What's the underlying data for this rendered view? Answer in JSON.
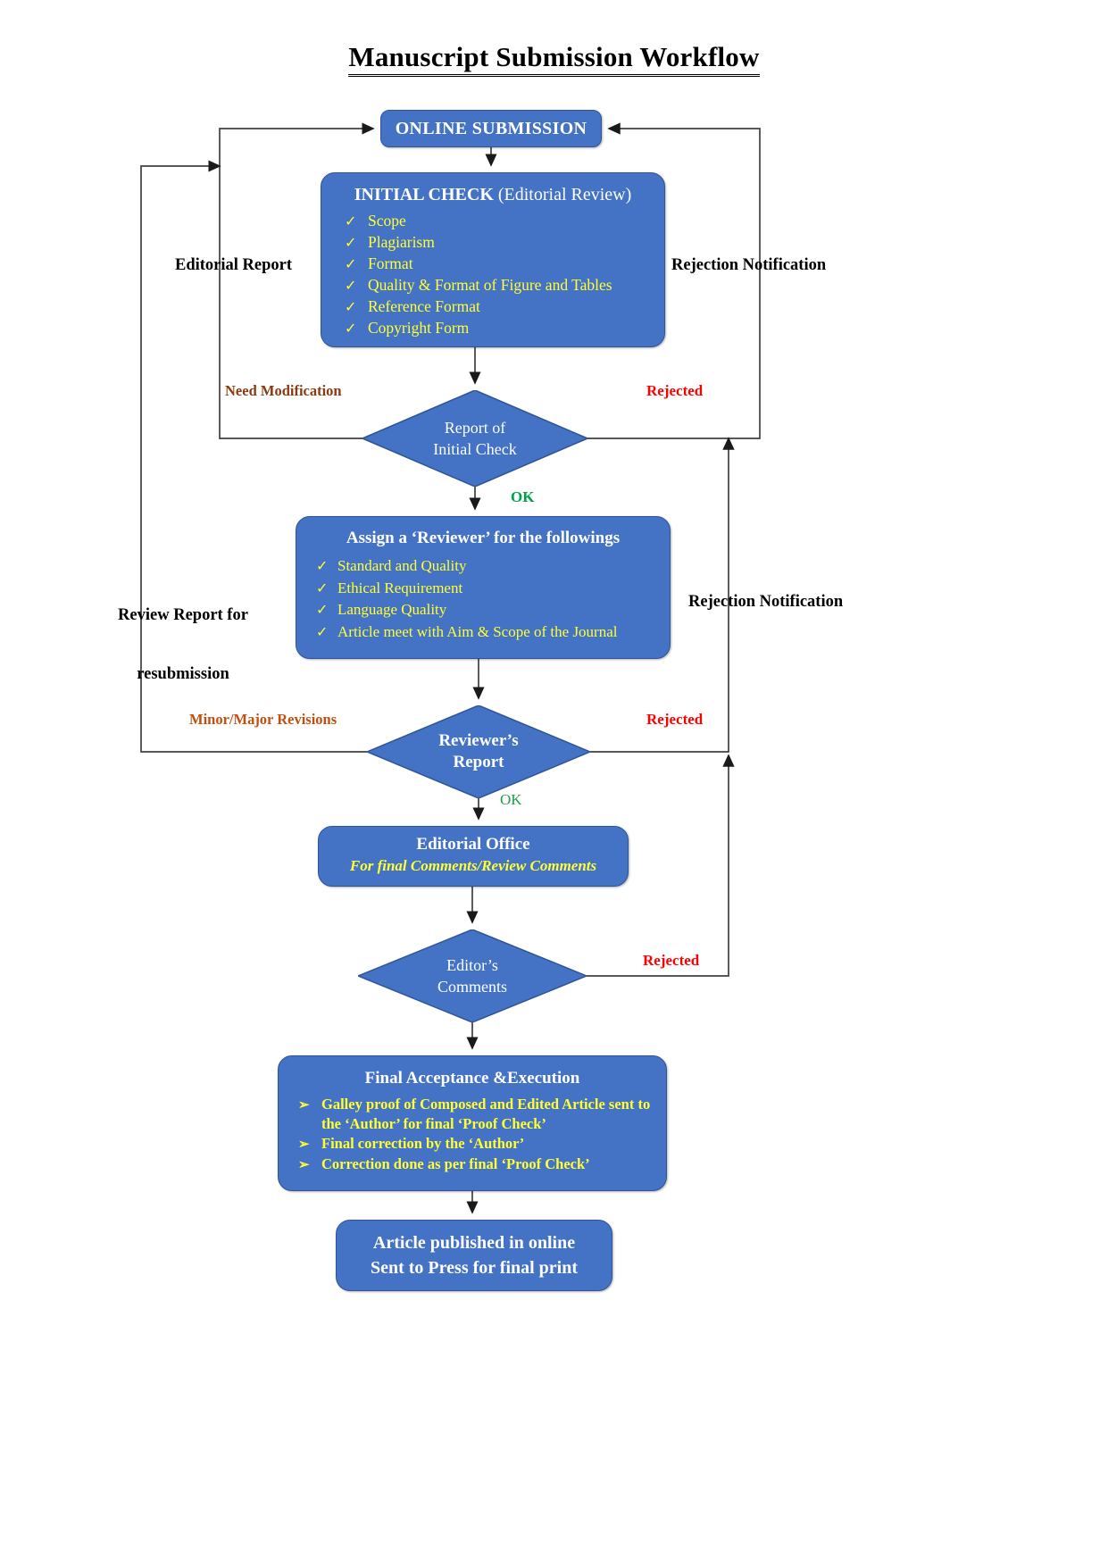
{
  "title": "Manuscript Submission Workflow",
  "theme": {
    "node_fill": "#4472C4",
    "node_border": "#2F5597",
    "node_text": "#FFFFFF",
    "bullet_text": "#FFFF33",
    "label_black": "#000000",
    "label_red": "#FF0000",
    "label_brown": "#8B3A10",
    "label_orange": "#C1500F",
    "label_green": "#00A14B",
    "connector": "#404040",
    "background": "#FFFFFF"
  },
  "nodes": {
    "online_submission": {
      "title": "ONLINE SUBMISSION"
    },
    "initial_check": {
      "title_bold": "INITIAL CHECK",
      "title_regular": " (Editorial Review)",
      "bullet_marker": "✓",
      "items": [
        "Scope",
        "Plagiarism",
        "Format",
        "Quality & Format of Figure and Tables",
        "Reference Format",
        "Copyright Form"
      ]
    },
    "assign_reviewer": {
      "title": "Assign a ‘Reviewer’ for the followings",
      "bullet_marker": "✓",
      "items": [
        "Standard and Quality",
        "Ethical Requirement",
        "Language Quality",
        "Article meet  with Aim & Scope of the Journal"
      ]
    },
    "editorial_office": {
      "title": "Editorial Office",
      "subtitle": "For final Comments/Review Comments"
    },
    "final_acceptance": {
      "title": "Final Acceptance &Execution",
      "bullet_marker": "➢",
      "items": [
        "Galley proof of Composed and Edited Article sent to the ‘Author’ for final ‘Proof Check’",
        "Final correction by the ‘Author’",
        "Correction done as per final ‘Proof Check’"
      ]
    },
    "published": {
      "line1": "Article published in online",
      "line2": "Sent to Press for final print"
    }
  },
  "decisions": {
    "report_of_initial_check": {
      "line1": "Report of",
      "line2": "Initial Check"
    },
    "reviewers_report": {
      "line1": "Reviewer’s",
      "line2": "Report"
    },
    "editors_comments": {
      "line1": "Editor’s",
      "line2": "Comments"
    }
  },
  "edge_labels": {
    "editorial_report": "Editorial Report",
    "rejection_notification_1": "Rejection Notification",
    "need_modification": "Need Modification",
    "rejected_1": "Rejected",
    "ok_1": "OK",
    "review_report_resubmission_line1": "Review Report for",
    "review_report_resubmission_line2": "resubmission",
    "rejection_notification_2": "Rejection Notification",
    "minor_major_revisions": "Minor/Major Revisions",
    "rejected_2": "Rejected",
    "ok_2": "OK",
    "rejected_3": "Rejected"
  }
}
